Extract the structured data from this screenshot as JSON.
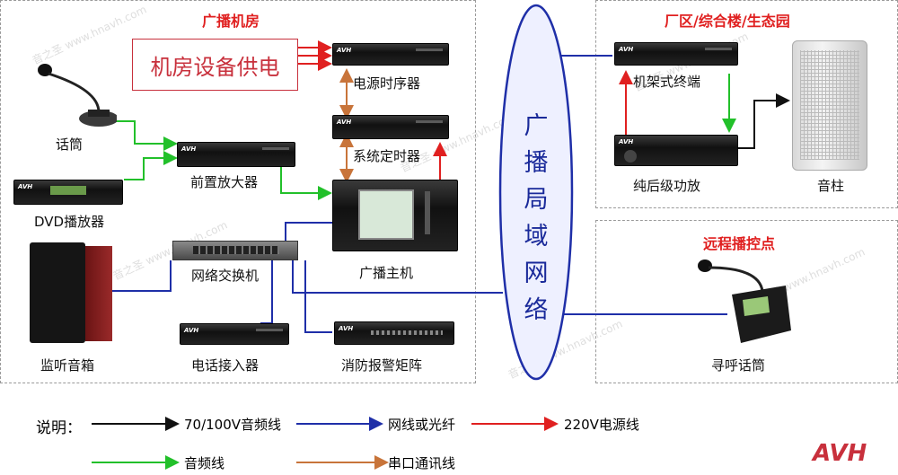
{
  "zones": {
    "machine_room": "广播机房",
    "factory": "厂区/综合楼/生态园",
    "remote": "远程播控点"
  },
  "power_supply_label": "机房设备供电",
  "network_label": [
    "广",
    "播",
    "局",
    "域",
    "网",
    "络"
  ],
  "devices": {
    "microphone": "话筒",
    "dvd_player": "DVD播放器",
    "preamp": "前置放大器",
    "power_sequencer": "电源时序器",
    "system_timer": "系统定时器",
    "broadcast_host": "广播主机",
    "network_switch": "网络交换机",
    "monitor_speaker": "监听音箱",
    "phone_interface": "电话接入器",
    "fire_alarm_matrix": "消防报警矩阵",
    "rack_terminal": "机架式终端",
    "power_amplifier": "纯后级功放",
    "column_speaker": "音柱",
    "paging_mic": "寻呼话筒"
  },
  "legend": {
    "title": "说明：",
    "items": [
      {
        "label": "70/100V音频线",
        "color": "#111111"
      },
      {
        "label": "网线或光纤",
        "color": "#1f2fa8"
      },
      {
        "label": "220V电源线",
        "color": "#e02020"
      },
      {
        "label": "音频线",
        "color": "#22c02a"
      },
      {
        "label": "串口通讯线",
        "color": "#c8743a"
      }
    ]
  },
  "brand": "AVH",
  "watermark": "音之圣 www.hnavh.com",
  "colors": {
    "zone_title": "#e02020",
    "network": "#1f2fa8",
    "power": "#e02020",
    "audio": "#22c02a",
    "serial": "#c8743a",
    "speaker_line": "#111111"
  }
}
